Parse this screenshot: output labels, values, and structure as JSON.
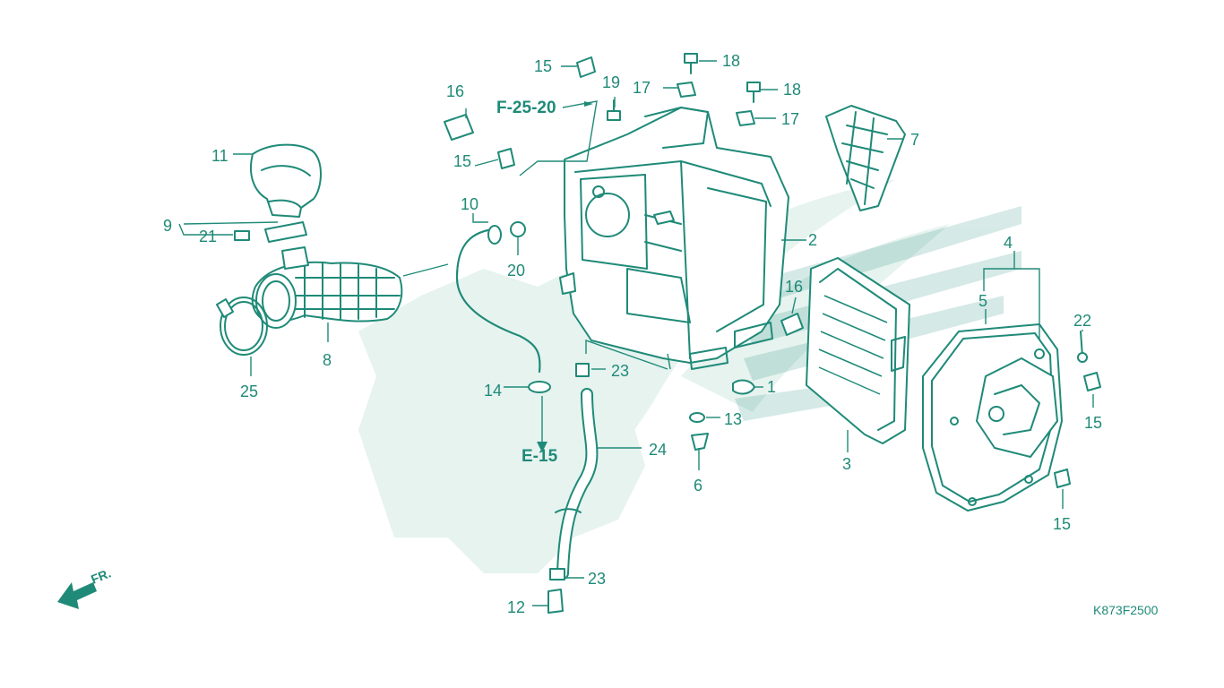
{
  "colors": {
    "ink": "#1f8a78",
    "watermark": "#e6f3ef",
    "background": "#ffffff"
  },
  "diagram_code": "K873F2500",
  "refs": {
    "f": "F-25-20",
    "e": "E-15"
  },
  "front_marker": "FR.",
  "labels": {
    "n1": "1",
    "n2": "2",
    "n3": "3",
    "n4": "4",
    "n5": "5",
    "n6": "6",
    "n7": "7",
    "n8": "8",
    "n9": "9",
    "n10": "10",
    "n11": "11",
    "n12": "12",
    "n13": "13",
    "n14": "14",
    "n15a": "15",
    "n15b": "15",
    "n15c": "15",
    "n15d": "15",
    "n16a": "16",
    "n16b": "16",
    "n17a": "17",
    "n17b": "17",
    "n18a": "18",
    "n18b": "18",
    "n19": "19",
    "n20": "20",
    "n21": "21",
    "n22": "22",
    "n23a": "23",
    "n23b": "23",
    "n24": "24",
    "n25": "25"
  }
}
